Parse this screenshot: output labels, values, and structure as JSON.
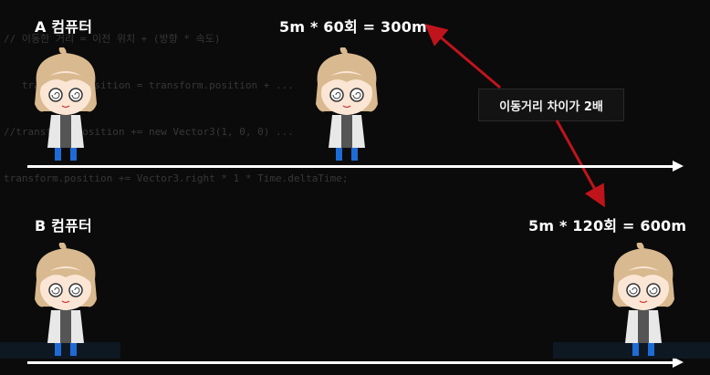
{
  "code_lines": [
    "// 이동한 거리 = 이전 위치 + (방향 * 속도)",
    "   transform.position = transform.position + ...",
    "//transform.position += new Vector3(1, 0, 0) ...",
    "transform.position += Vector3.right * 1 * Time.deltaTime;"
  ],
  "computer_a": {
    "label": "A 컴퓨터",
    "equation": "5m * 60회 = 300m"
  },
  "computer_b": {
    "label": "B 컴퓨터",
    "equation": "5m * 120회 = 600m"
  },
  "callout": {
    "text": "이동거리 차이가 2배"
  },
  "colors": {
    "background": "#0b0b0b",
    "track": "#ffffff",
    "arrow": "#c0141c",
    "hair": "#d9b98f"
  }
}
